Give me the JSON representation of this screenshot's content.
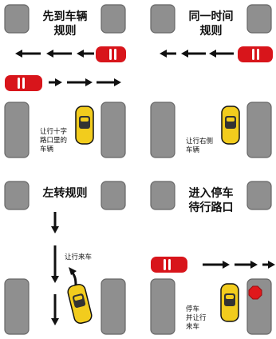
{
  "colors": {
    "curb_gray": "#8f8f8f",
    "curb_stroke": "#666666",
    "road": "#ffffff",
    "arrow": "#111111",
    "red_car": "#d8151b",
    "yellow_car": "#f2cc1d",
    "stop_sign": "#e0181b"
  },
  "panels": [
    {
      "title_line1": "先到车辆",
      "title_line2": "规则",
      "note": [
        "让行十字",
        "路口里的",
        "车辆"
      ]
    },
    {
      "title_line1": "同一时间",
      "title_line2": "规则",
      "note": [
        "让行右侧",
        "车辆"
      ]
    },
    {
      "title_line1": "左转规则",
      "title_line2": "",
      "note": [
        "让行来车"
      ]
    },
    {
      "title_line1": "进入停车",
      "title_line2": "待行路口",
      "note": [
        "停车",
        "并让行",
        "来车"
      ]
    }
  ],
  "icons": {
    "car_red": "red-car-icon",
    "car_yellow": "yellow-car-icon",
    "arrow": "arrow-icon",
    "stop": "stop-sign-icon"
  }
}
